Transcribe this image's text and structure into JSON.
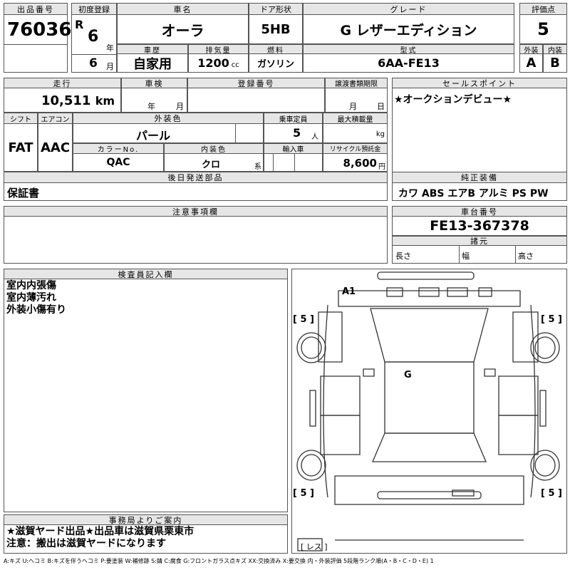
{
  "lot": {
    "header": "出品番号",
    "value": "76036"
  },
  "first_reg": {
    "header": "初度登録",
    "era": "R",
    "year": "6",
    "year_unit": "年",
    "month": "6",
    "month_unit": "月"
  },
  "car_name": {
    "header": "車名",
    "value": "オーラ"
  },
  "door": {
    "header": "ドア形状",
    "value": "5HB"
  },
  "grade": {
    "header": "グレード",
    "value": "G レザーエディション"
  },
  "score": {
    "header": "評価点",
    "value": "5"
  },
  "history": {
    "header": "車歴",
    "value": "自家用"
  },
  "displacement": {
    "header": "排気量",
    "value": "1200",
    "unit": "cc"
  },
  "fuel": {
    "header": "燃料",
    "value": "ガソリン"
  },
  "model": {
    "header": "型式",
    "value": "6AA-FE13"
  },
  "exterior_grade": {
    "header": "外装",
    "value": "A"
  },
  "interior_grade": {
    "header": "内装",
    "value": "B"
  },
  "mileage": {
    "header": "走行",
    "value": "10,511",
    "unit": "km"
  },
  "inspection": {
    "header": "車検",
    "year_unit": "年",
    "month_unit": "月"
  },
  "registration": {
    "header": "登録番号"
  },
  "transfer_doc": {
    "header": "譲渡書類期限",
    "month_unit": "月",
    "day_unit": "日"
  },
  "selling_points": {
    "header": "セールスポイント",
    "text": "★オークションデビュー★"
  },
  "shift": {
    "header": "シフト",
    "value": "FAT"
  },
  "aircon": {
    "header": "エアコン",
    "value": "AAC"
  },
  "exterior_color": {
    "header": "外装色",
    "value": "パール"
  },
  "capacity": {
    "header": "乗車定員",
    "value": "5",
    "unit": "人"
  },
  "max_load": {
    "header": "最大積載量",
    "unit": "kg"
  },
  "color_no": {
    "header": "カラーNo.",
    "value": "QAC"
  },
  "interior_color": {
    "header": "内装色",
    "value": "クロ",
    "unit": "系"
  },
  "import": {
    "header": "輸入車"
  },
  "recycle": {
    "header": "リサイクル預託金",
    "value": "8,600",
    "unit": "円"
  },
  "later_parts": {
    "header": "後日発送部品",
    "value": "保証書"
  },
  "equipment": {
    "header": "純正装備",
    "value": "カワ ABS エアB アルミ PS PW"
  },
  "notes": {
    "header": "注意事項欄"
  },
  "chassis": {
    "header": "車台番号",
    "value": "FE13-367378"
  },
  "specs": {
    "header": "諸元",
    "length": "長さ",
    "width": "幅",
    "height": "高さ"
  },
  "inspector": {
    "header": "検査員記入欄",
    "lines": [
      "室内内張傷",
      "室内薄汚れ",
      "外装小傷有り"
    ]
  },
  "office": {
    "header": "事務局よりご案内",
    "lines": [
      "★滋賀ヤード出品★出品車は滋賀県栗東市",
      "注意：搬出は滋賀ヤードになります"
    ]
  },
  "diagram": {
    "mark_a1": "A1",
    "mark_g": "G",
    "tire_fl": "[ 5 ]",
    "tire_fr": "[ 5 ]",
    "tire_rl": "[ 5 ]",
    "tire_rr": "[ 5 ]",
    "spare": "[ レス ]"
  },
  "legend": "A:キズ U:ヘコミ B:キズを伴うヘコミ P:要塗装 W:補修跡 S:錆 C:腐食 G:フロントガラス点キズ XX:交換済み X:要交換 内・外装評価 5段階ランク順(A・B・C・D・E) 1"
}
